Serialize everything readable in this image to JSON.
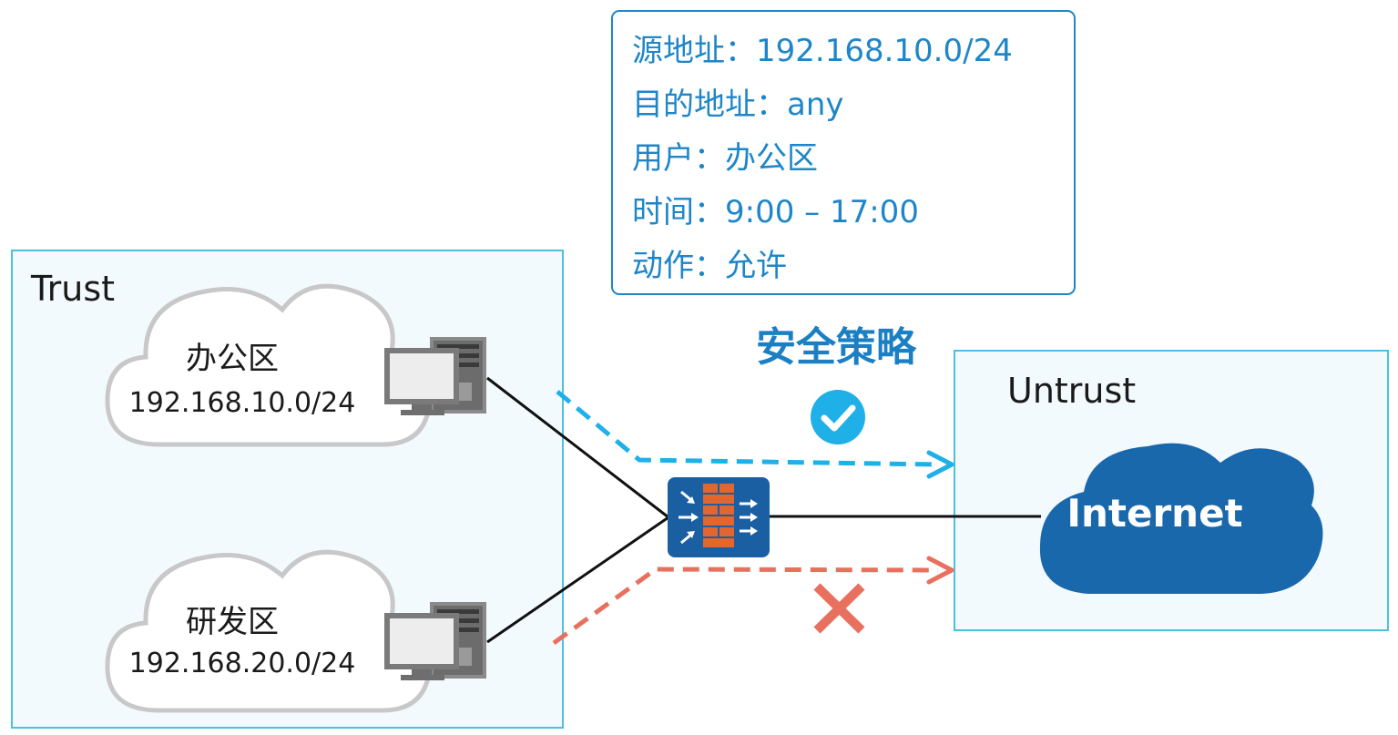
{
  "zones": {
    "trust": {
      "label": "Trust"
    },
    "untrust": {
      "label": "Untrust"
    }
  },
  "clouds": {
    "office": {
      "name": "办公区",
      "subnet": "192.168.10.0/24"
    },
    "rnd": {
      "name": "研发区",
      "subnet": "192.168.20.0/24"
    },
    "internet": {
      "label": "Internet"
    }
  },
  "policy": {
    "title": "安全策略",
    "rows": [
      {
        "label": "源地址：",
        "value": "192.168.10.0/24"
      },
      {
        "label": "目的地址：",
        "value": "any"
      },
      {
        "label": "用户：",
        "value": "办公区"
      },
      {
        "label": "时间：",
        "value": "9:00 – 17:00"
      },
      {
        "label": "动作：",
        "value": "允许"
      }
    ]
  },
  "flows": {
    "allowed": {
      "status": "allowed",
      "color": "#1fb0e8",
      "icon": "check-circle-icon"
    },
    "denied": {
      "status": "denied",
      "color": "#e8705f",
      "icon": "cross-icon"
    }
  },
  "colors": {
    "zone_fill": "#f3fafd",
    "zone_border": "#4cc0e0",
    "policy_text": "#1e86c8",
    "policy_title": "#1b7fc4",
    "internet_cloud": "#1968ac",
    "firewall_body": "#1b5fa3",
    "firewall_bricks": "#e2662e"
  }
}
